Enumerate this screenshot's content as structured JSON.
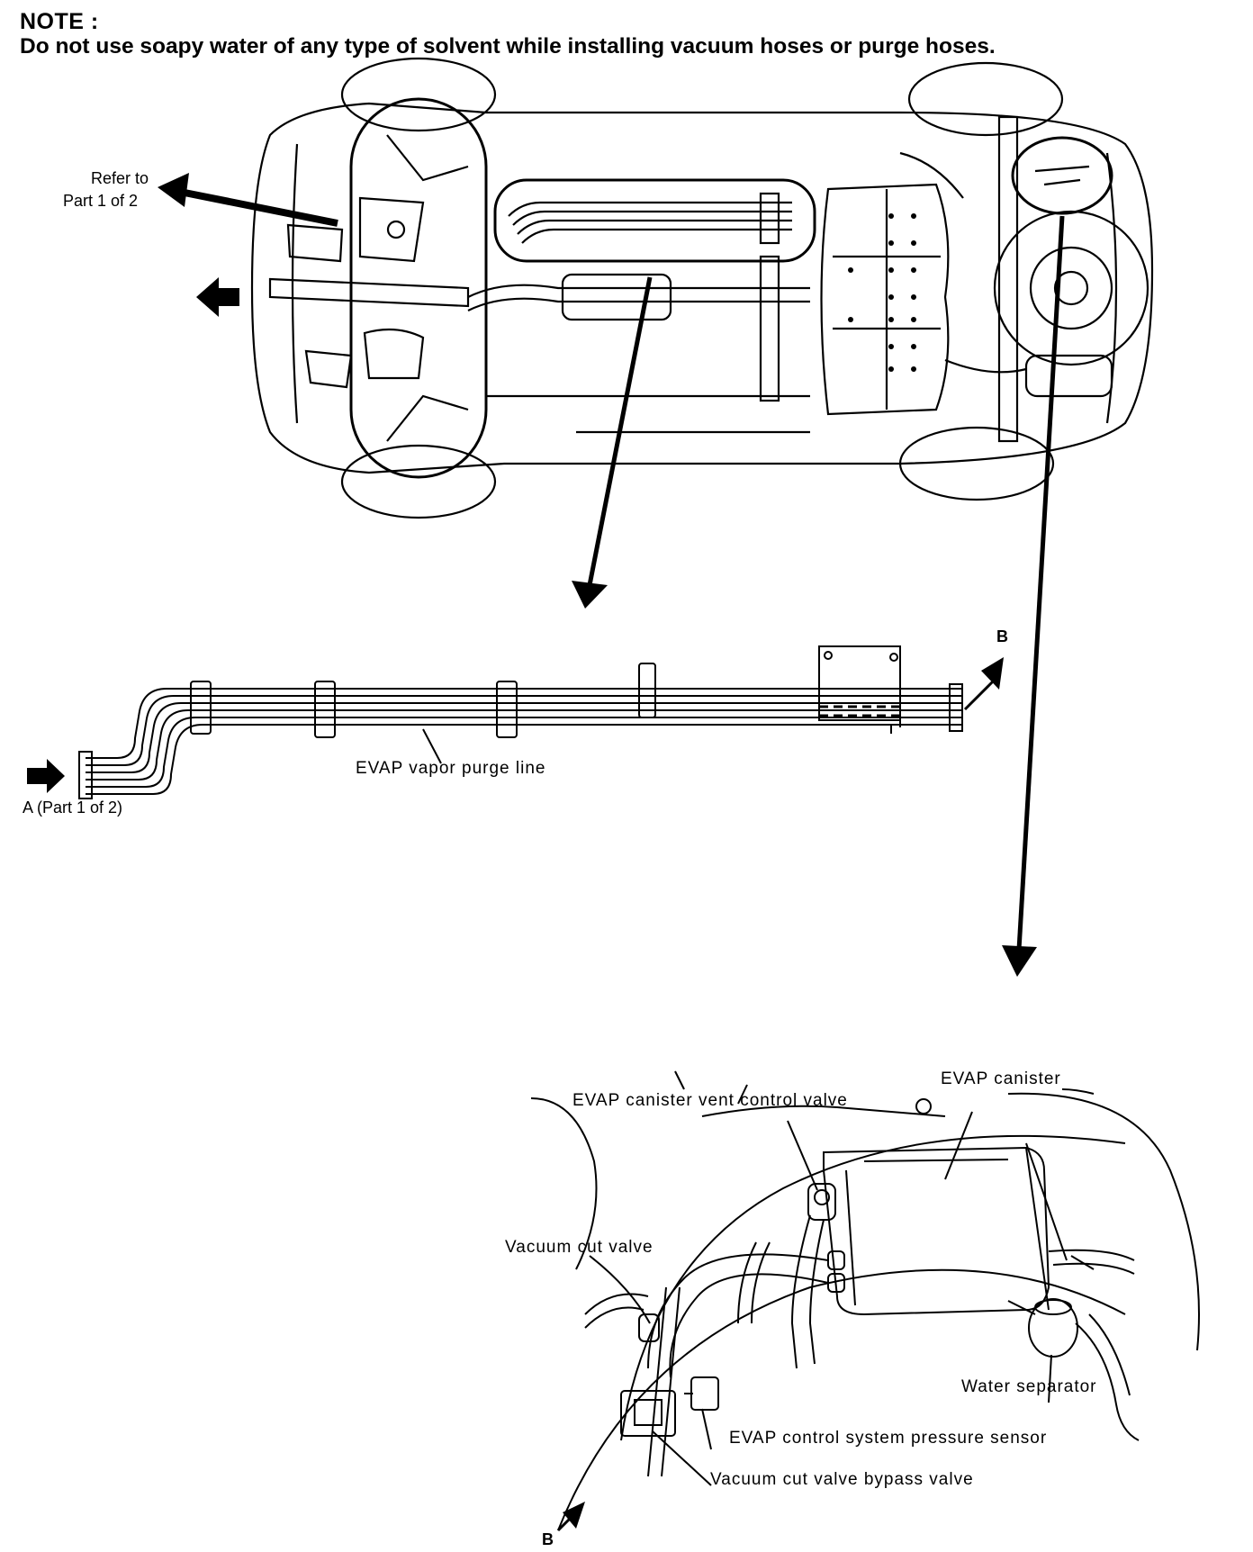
{
  "note": {
    "title": "NOTE :",
    "body": "Do not use soapy water of any type of solvent while installing vacuum hoses or purge hoses."
  },
  "labels": {
    "refer_line1": "Refer to",
    "refer_line2": "Part 1 of 2",
    "evap_vapor_purge_line": "EVAP vapor purge line",
    "a_part": "A (Part 1 of 2)",
    "b_top": "B",
    "b_bottom": "B",
    "evap_canister": "EVAP canister",
    "evap_canister_vent_control_valve": "EVAP canister vent control valve",
    "vacuum_cut_valve": "Vacuum cut valve",
    "water_separator": "Water separator",
    "evap_control_system_pressure_sensor": "EVAP control system pressure sensor",
    "vacuum_cut_valve_bypass_valve": "Vacuum cut valve bypass valve"
  }
}
